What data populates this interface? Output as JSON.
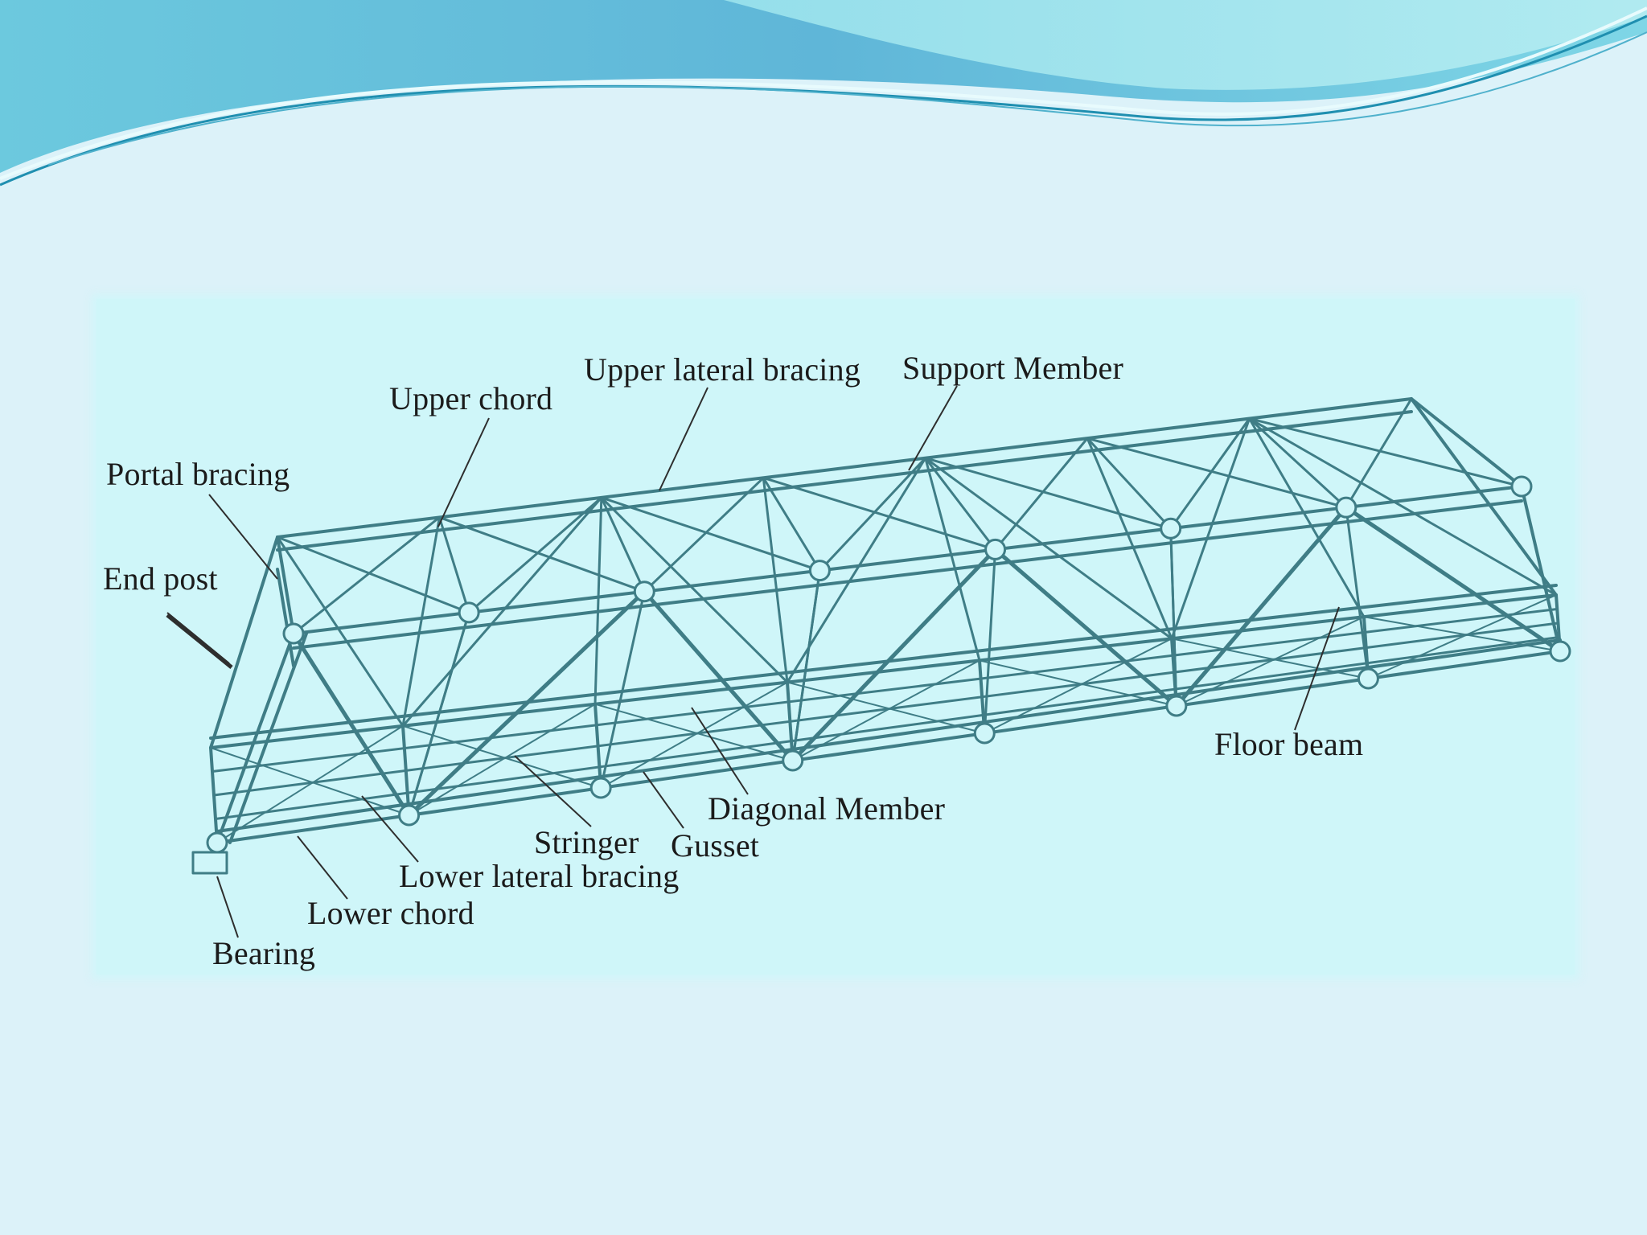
{
  "slide": {
    "theme": {
      "background": "#dcf2f9",
      "wave_dark": "#5bbbd9",
      "wave_light": "#8fe0ea",
      "wave_line": "#1f8fb0"
    }
  },
  "figure": {
    "background": "#cff6f9",
    "stroke_color": "#3f7d86",
    "labels": {
      "upper_chord": "Upper chord",
      "upper_lateral_bracing": "Upper lateral bracing",
      "support_member": "Support Member",
      "portal_bracing": "Portal bracing",
      "end_post": "End post",
      "floor_beam": "Floor beam",
      "diagonal_member": "Diagonal Member",
      "stringer": "Stringer",
      "gusset": "Gusset",
      "lower_lateral_bracing": "Lower lateral bracing",
      "lower_chord": "Lower chord",
      "bearing": "Bearing"
    }
  }
}
